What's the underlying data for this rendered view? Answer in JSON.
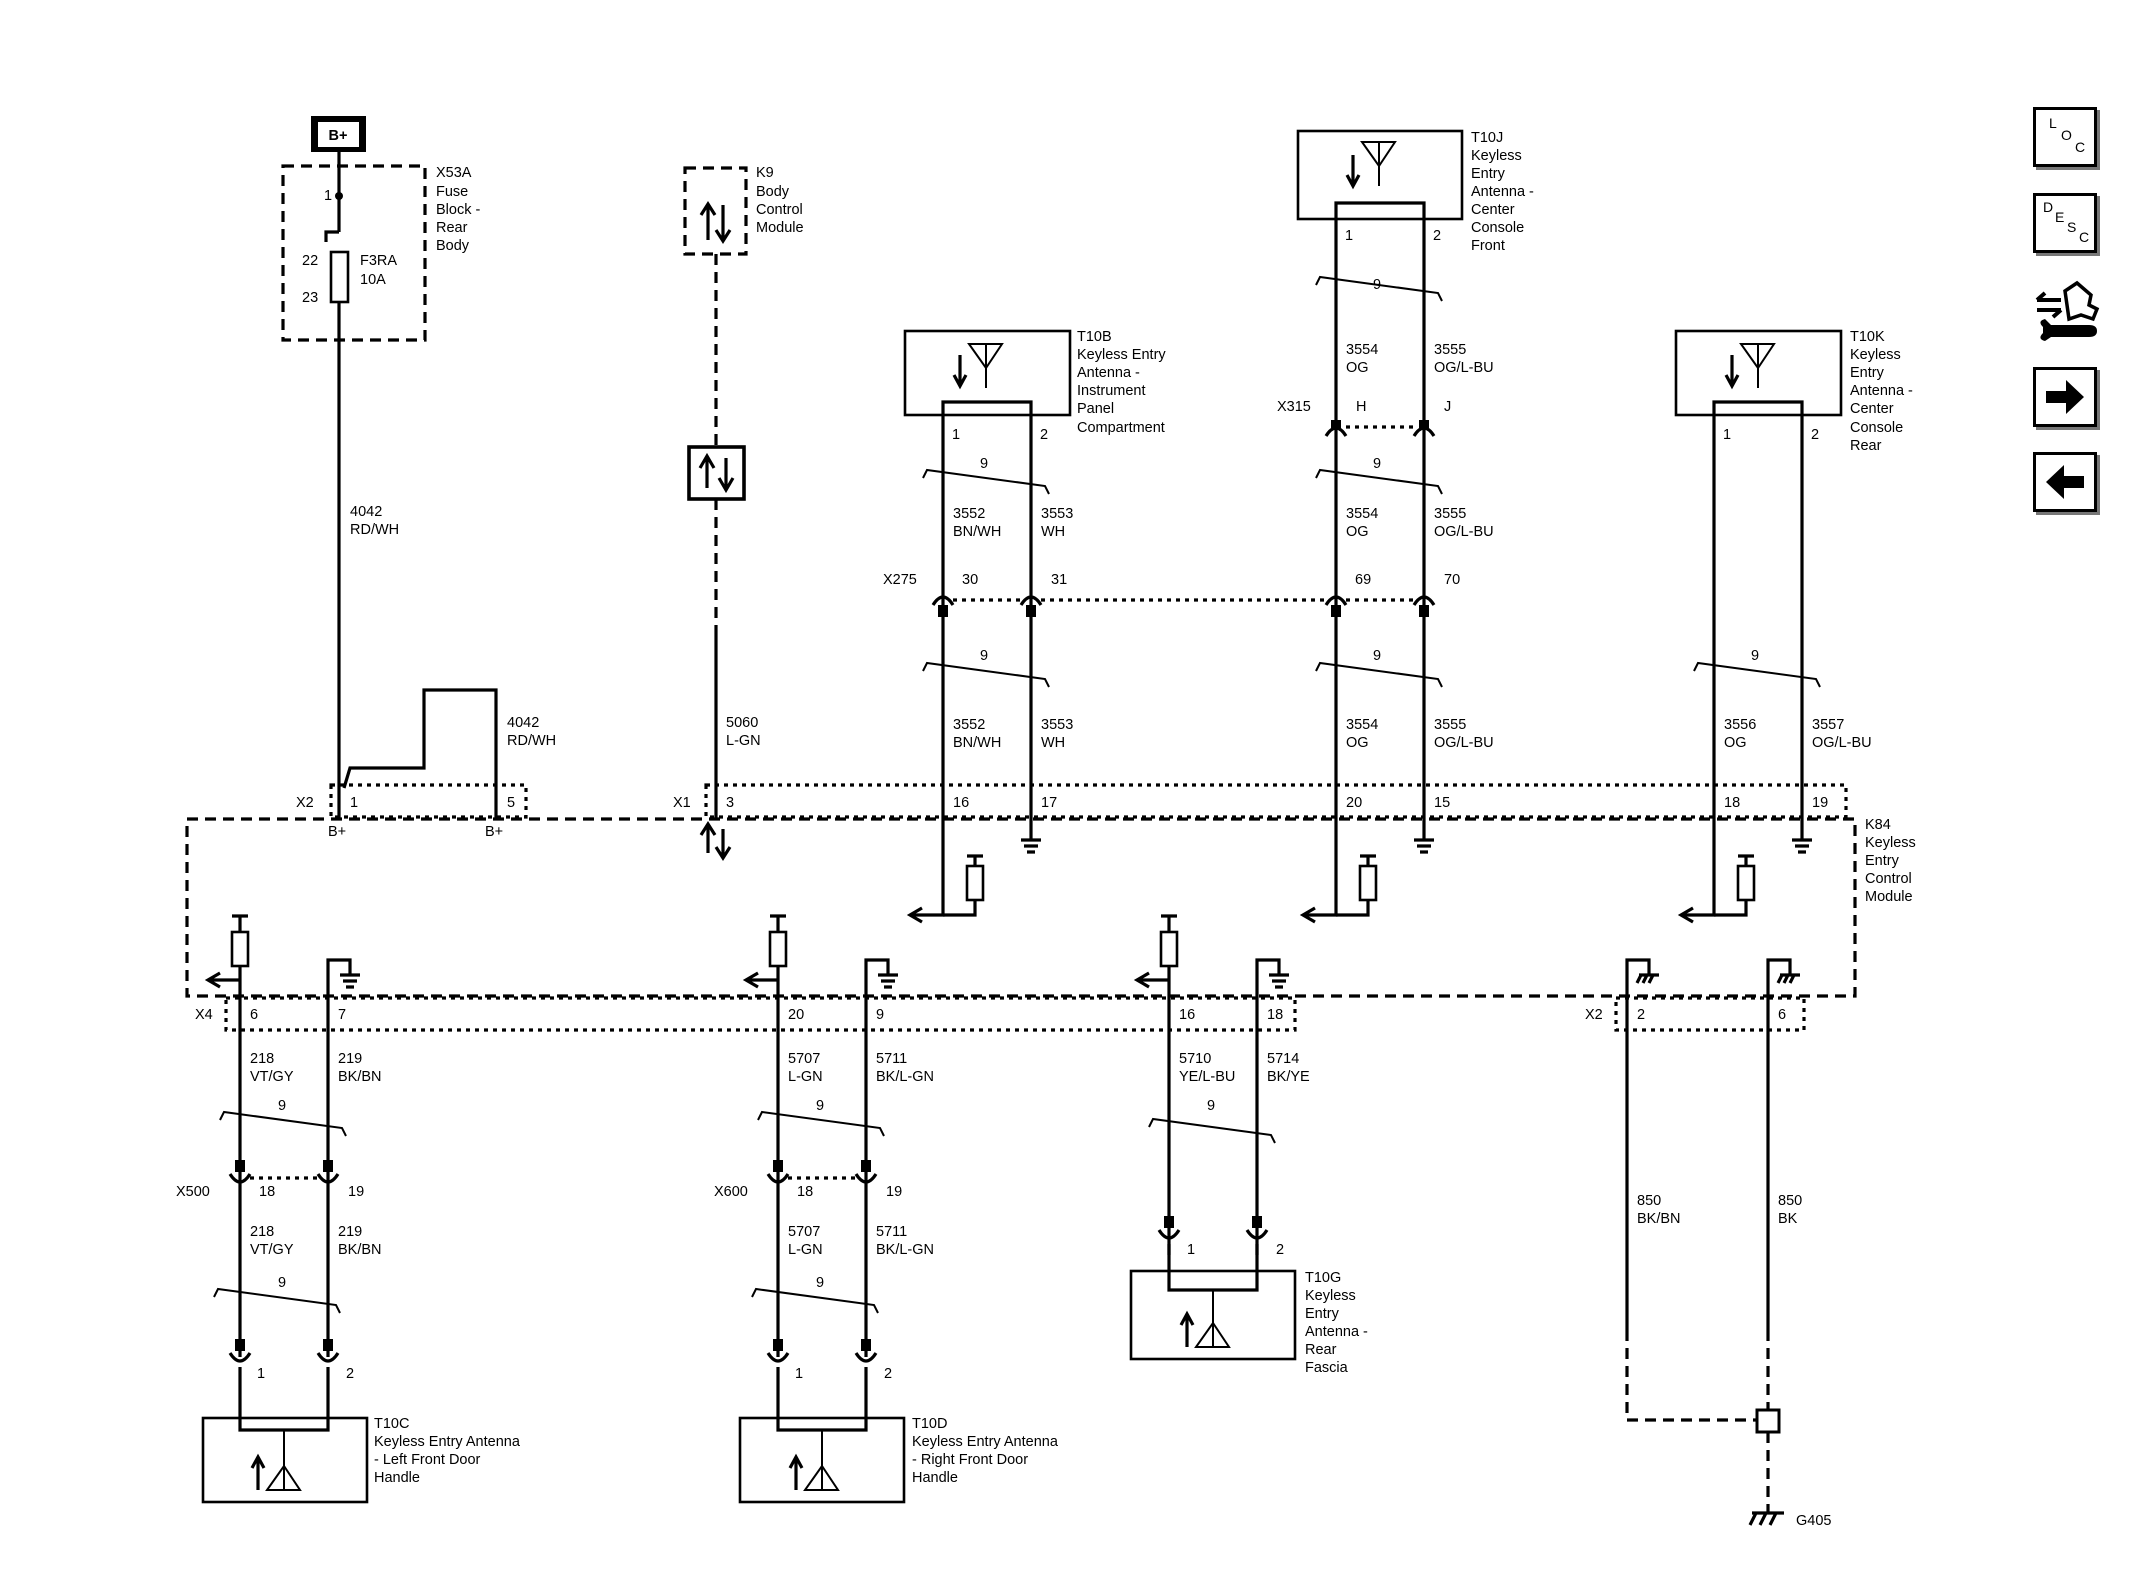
{
  "nav": {
    "loc": [
      "L",
      "O",
      "C"
    ],
    "desc": [
      "D",
      "E",
      "S",
      "C"
    ]
  },
  "battery": "B+",
  "fuse_block": {
    "lines": [
      "X53A",
      "Fuse",
      "Block -",
      "Rear",
      "Body"
    ],
    "pins": [
      "1",
      "22",
      "23"
    ],
    "fuse": [
      "F3RA",
      "10A"
    ]
  },
  "bcm": {
    "lines": [
      "K9",
      "Body",
      "Control",
      "Module"
    ]
  },
  "t10b": {
    "lines": [
      "T10B",
      "Keyless Entry",
      "Antenna -",
      "Instrument",
      "Panel",
      "Compartment"
    ],
    "pins": [
      "1",
      "2"
    ]
  },
  "t10j": {
    "lines": [
      "T10J",
      "Keyless",
      "Entry",
      "Antenna -",
      "Center",
      "Console",
      "Front"
    ],
    "pins": [
      "1",
      "2"
    ]
  },
  "t10k": {
    "lines": [
      "T10K",
      "Keyless",
      "Entry",
      "Antenna -",
      "Center",
      "Console",
      "Rear"
    ],
    "pins": [
      "1",
      "2"
    ]
  },
  "k84": {
    "lines": [
      "K84",
      "Keyless",
      "Entry",
      "Control",
      "Module"
    ]
  },
  "t10c": {
    "lines": [
      "T10C",
      "Keyless Entry Antenna",
      "- Left Front Door",
      "Handle"
    ],
    "pins": [
      "1",
      "2"
    ]
  },
  "t10d": {
    "lines": [
      "T10D",
      "Keyless Entry Antenna",
      "- Right Front Door",
      "Handle"
    ],
    "pins": [
      "1",
      "2"
    ]
  },
  "t10g": {
    "lines": [
      "T10G",
      "Keyless",
      "Entry",
      "Antenna -",
      "Rear",
      "Fascia"
    ],
    "pins": [
      "1",
      "2"
    ]
  },
  "ground": "G405",
  "twist": "9",
  "connectors": {
    "x2": "X2",
    "x1": "X1",
    "x4": "X4",
    "x275": "X275",
    "x315": "X315",
    "x500": "X500",
    "x600": "X600",
    "x2b": "X2"
  },
  "pins": {
    "x2_1": "1",
    "x2_5": "5",
    "x1_3": "3",
    "k84_16": "16",
    "k84_17": "17",
    "k84_20": "20",
    "k84_15": "15",
    "k84_18": "18",
    "k84_19": "19",
    "x275_30": "30",
    "x275_31": "31",
    "x275_69": "69",
    "x275_70": "70",
    "x315_h": "H",
    "x315_j": "J",
    "x4_6": "6",
    "x4_7": "7",
    "x4_20": "20",
    "x4_9": "9",
    "x4_16": "16",
    "x4_18": "18",
    "x2b_2": "2",
    "x2b_6": "6",
    "x500_18": "18",
    "x500_19": "19",
    "x600_18": "18",
    "x600_19": "19",
    "bplus": "B+"
  },
  "wires": {
    "w4042a": [
      "4042",
      "RD/WH"
    ],
    "w4042b": [
      "4042",
      "RD/WH"
    ],
    "w5060": [
      "5060",
      "L-GN"
    ],
    "w3552a": [
      "3552",
      "BN/WH"
    ],
    "w3553a": [
      "3553",
      "WH"
    ],
    "w3552b": [
      "3552",
      "BN/WH"
    ],
    "w3553b": [
      "3553",
      "WH"
    ],
    "w3554a": [
      "3554",
      "OG"
    ],
    "w3555a": [
      "3555",
      "OG/L-BU"
    ],
    "w3554b": [
      "3554",
      "OG"
    ],
    "w3555b": [
      "3555",
      "OG/L-BU"
    ],
    "w3554c": [
      "3554",
      "OG"
    ],
    "w3555c": [
      "3555",
      "OG/L-BU"
    ],
    "w3556": [
      "3556",
      "OG"
    ],
    "w3557": [
      "3557",
      "OG/L-BU"
    ],
    "w218a": [
      "218",
      "VT/GY"
    ],
    "w219a": [
      "219",
      "BK/BN"
    ],
    "w218b": [
      "218",
      "VT/GY"
    ],
    "w219b": [
      "219",
      "BK/BN"
    ],
    "w5707a": [
      "5707",
      "L-GN"
    ],
    "w5711a": [
      "5711",
      "BK/L-GN"
    ],
    "w5707b": [
      "5707",
      "L-GN"
    ],
    "w5711b": [
      "5711",
      "BK/L-GN"
    ],
    "w5710": [
      "5710",
      "YE/L-BU"
    ],
    "w5714": [
      "5714",
      "BK/YE"
    ],
    "w850a": [
      "850",
      "BK/BN"
    ],
    "w850b": [
      "850",
      "BK"
    ]
  }
}
